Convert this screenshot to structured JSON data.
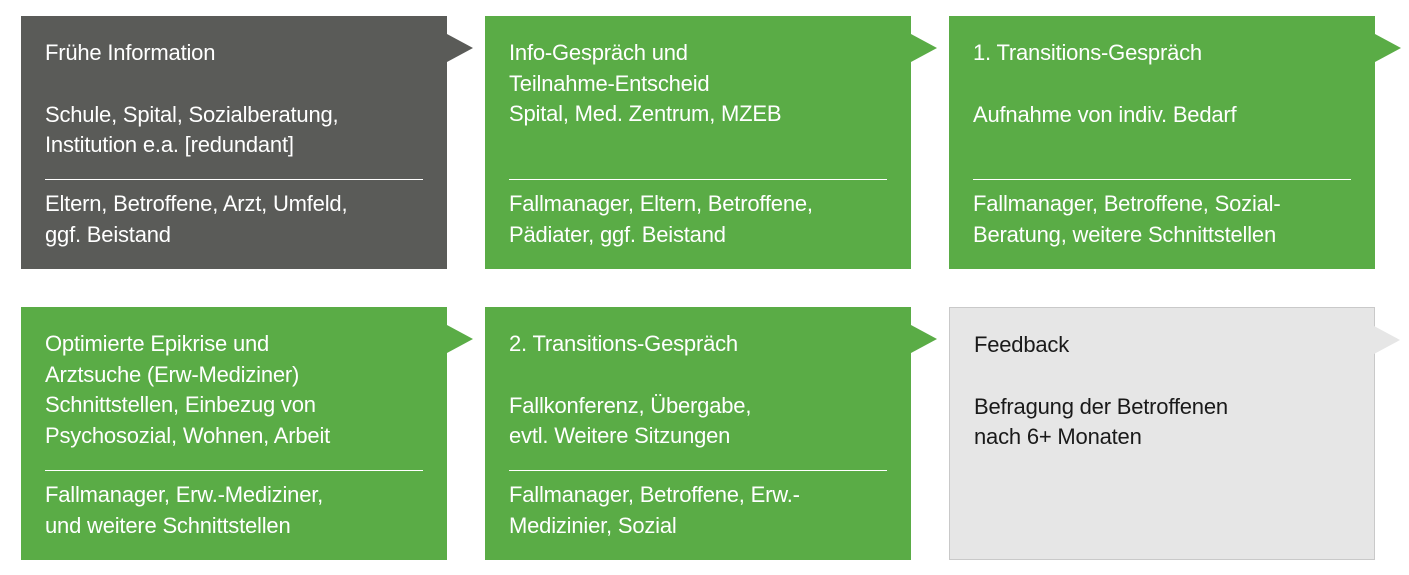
{
  "colors": {
    "dark_box": "#5a5b58",
    "green_box": "#5aac46",
    "light_box": "#e6e6e6",
    "text_light": "#ffffff",
    "text_dark": "#1a1a1a"
  },
  "boxes": [
    {
      "title": "Frühe Information",
      "lines": [
        "Schule, Spital, Sozialberatung,",
        "Institution e.a. [redundant]"
      ],
      "people": [
        "Eltern, Betroffene, Arzt, Umfeld,",
        "ggf. Beistand"
      ]
    },
    {
      "title": "Info-Gespräch und",
      "lines": [
        "Teilnahme-Entscheid",
        "Spital, Med. Zentrum, MZEB"
      ],
      "people": [
        "Fallmanager, Eltern, Betroffene,",
        "Pädiater, ggf. Beistand"
      ]
    },
    {
      "title": "1. Transitions-Gespräch",
      "lines": [
        "Aufnahme von indiv. Bedarf"
      ],
      "people": [
        "Fallmanager, Betroffene, Sozial-",
        "Beratung, weitere Schnittstellen"
      ]
    },
    {
      "title": "Optimierte Epikrise und",
      "lines": [
        "Arztsuche (Erw-Mediziner)",
        "Schnittstellen, Einbezug von",
        "Psychosozial, Wohnen, Arbeit"
      ],
      "people": [
        "Fallmanager, Erw.-Mediziner,",
        "und weitere Schnittstellen"
      ]
    },
    {
      "title": "2. Transitions-Gespräch",
      "lines": [
        "Fallkonferenz, Übergabe,",
        "evtl. Weitere Sitzungen"
      ],
      "people": [
        "Fallmanager, Betroffene, Erw.-",
        "Medizinier, Sozial"
      ]
    },
    {
      "title": "Feedback",
      "lines": [
        "Befragung der Betroffenen",
        "nach 6+ Monaten"
      ],
      "people": []
    }
  ]
}
